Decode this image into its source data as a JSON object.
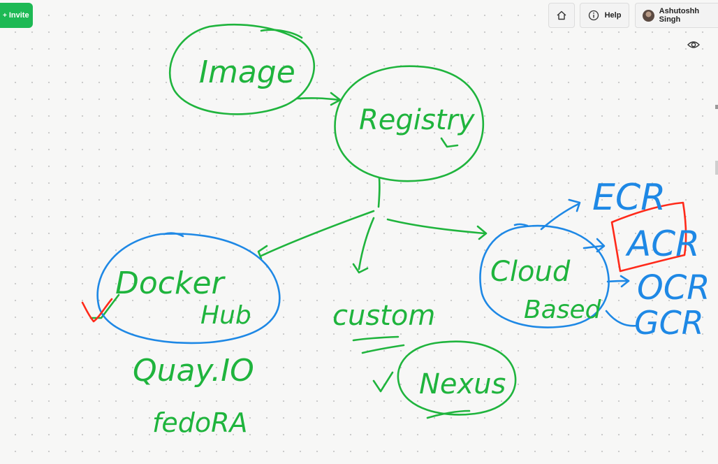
{
  "toolbar": {
    "invite_label": "Invite",
    "help_label": "Help",
    "user_name": "Ashutoshh Singh",
    "home_icon": "home-icon",
    "help_icon": "info-circle-icon",
    "view_icon": "eye-icon"
  },
  "whiteboard": {
    "image_label": "Image",
    "registry_label": "Registry",
    "docker_hub_line1": "Docker",
    "docker_hub_line2": "Hub",
    "custom_label": "custom",
    "cloud_line1": "Cloud",
    "cloud_line2": "Based",
    "quay_label": "Quay.IO",
    "fedora_label": "fedoRA",
    "nexus_label": "Nexus",
    "ecr_label": "ECR",
    "acr_label": "ACR",
    "ocr_label": "OCR",
    "gcr_label": "GCR"
  },
  "colors": {
    "green_ink": "#1fb43d",
    "blue_ink": "#1e88e5",
    "red_ink": "#ff2a1a",
    "invite_bg": "#1db954"
  }
}
